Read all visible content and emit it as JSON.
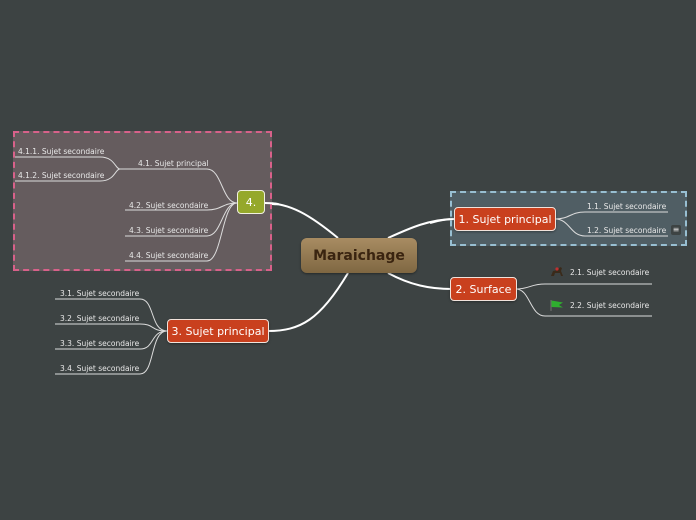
{
  "central": {
    "label": "Maraichage"
  },
  "topics": {
    "t1": {
      "label": "1. Sujet principal",
      "subs": [
        "1.1. Sujet secondaire",
        "1.2. Sujet secondaire"
      ]
    },
    "t2": {
      "label": "2. Surface",
      "subs": [
        "2.1. Sujet secondaire",
        "2.2. Sujet secondaire"
      ]
    },
    "t3": {
      "label": "3. Sujet principal",
      "subs": [
        "3.1. Sujet secondaire",
        "3.2. Sujet secondaire",
        "3.3. Sujet secondaire",
        "3.4. Sujet secondaire"
      ]
    },
    "t4": {
      "label": "4.",
      "sub1": {
        "label": "4.1. Sujet principal",
        "subs": [
          "4.1.1. Sujet secondaire",
          "4.1.2. Sujet secondaire"
        ]
      },
      "subs": [
        "4.2. Sujet secondaire",
        "4.3. Sujet secondaire",
        "4.4. Sujet secondaire"
      ]
    }
  },
  "icons": {
    "horse": "horse-icon",
    "flag": "green-flag-icon",
    "note": "note-icon"
  },
  "colors": {
    "background": "#3d4343",
    "topic": "#c9401e",
    "central": "#8f7550",
    "topic4": "#95a82b",
    "boundary_pink": "#d8618a",
    "boundary_blue": "#98bfd2"
  }
}
